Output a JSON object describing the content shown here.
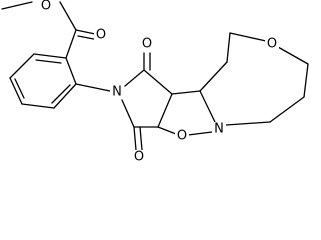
{
  "structure": {
    "atoms": {
      "ester_single_O": "O",
      "ester_carbonyl_O": "O",
      "upper_imide_O": "O",
      "lower_imide_O": "O",
      "imide_N": "N",
      "ring_N": "N",
      "isoxazolidine_O": "O",
      "oxazinane_O": "O"
    }
  }
}
